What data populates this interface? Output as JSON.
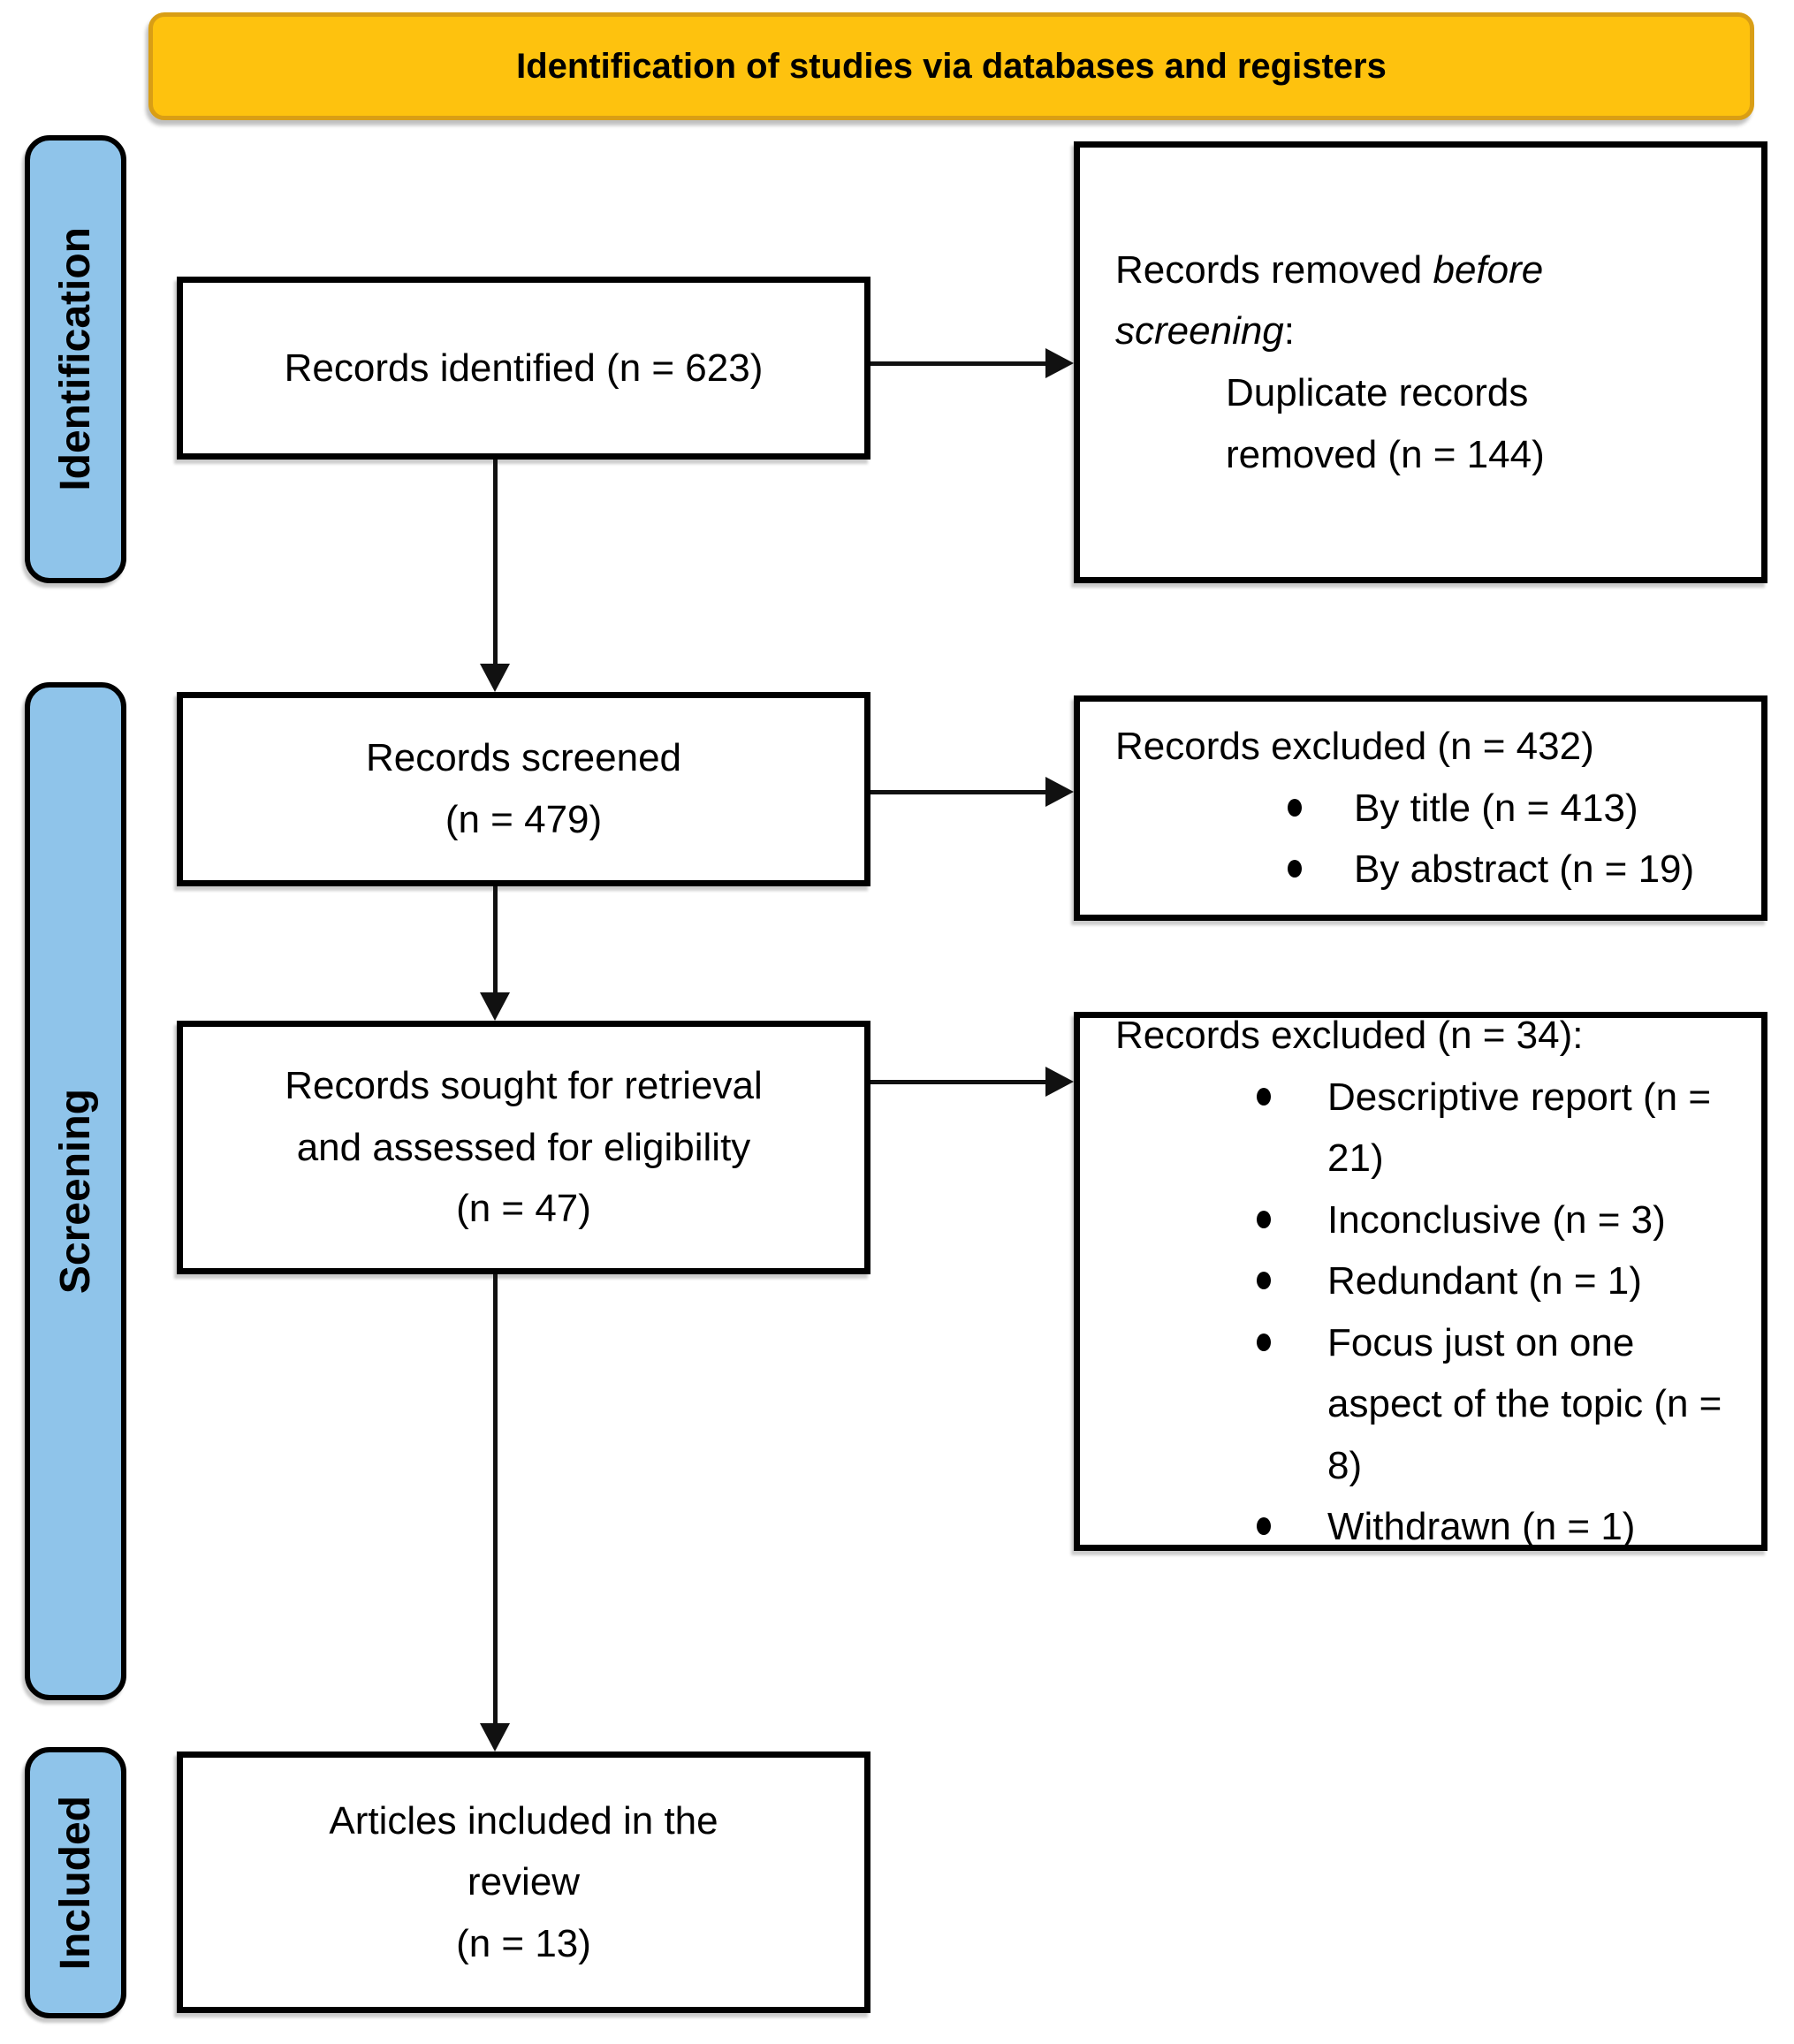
{
  "banner": {
    "title": "Identification of studies via databases and registers"
  },
  "sidebar": {
    "identification": "Identification",
    "screening": "Screening",
    "included": "Included"
  },
  "boxes": {
    "identified": {
      "text": "Records identified (n = 623)"
    },
    "removed": {
      "line1_normal": "Records removed ",
      "line1_italic": "before",
      "line2_italic": "screening",
      "line2_suffix": ":",
      "sub_line1": "Duplicate records",
      "sub_line2": "removed (n = 144)"
    },
    "screened": {
      "line1": "Records screened",
      "line2": "(n = 479)"
    },
    "excluded_screening": {
      "title": "Records excluded (n = 432)",
      "bullets": [
        "By title (n = 413)",
        "By abstract (n = 19)"
      ]
    },
    "sought": {
      "line1": "Records sought for retrieval",
      "line2": "and assessed for eligibility",
      "line3": "(n = 47)"
    },
    "excluded_eligibility": {
      "title": "Records excluded (n = 34):",
      "bullets": [
        "Descriptive report (n = 21)",
        "Inconclusive (n = 3)",
        "Redundant (n = 1)",
        "Focus just on one aspect of the topic (n = 8)",
        "Withdrawn (n = 1)"
      ]
    },
    "included_articles": {
      "line1": "Articles included in the",
      "line2": "review",
      "line3": "(n = 13)"
    }
  },
  "colors": {
    "banner_fill": "#FEC20E",
    "banner_border": "#D99E15",
    "stage_fill": "#8FC4EA",
    "stage_border": "#000000",
    "node_border": "#000000",
    "text": "#000000"
  }
}
